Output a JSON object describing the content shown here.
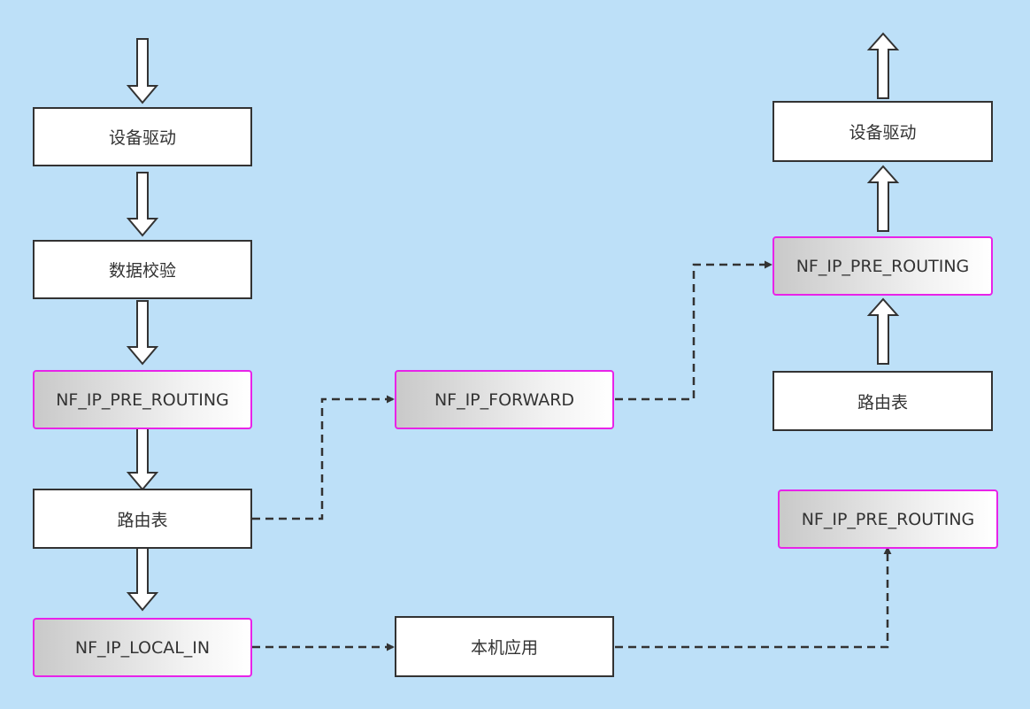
{
  "nodes": {
    "device_driver_in": "设备驱动",
    "checksum": "数据校验",
    "pre_routing_in": "NF_IP_PRE_ROUTING",
    "routing_table_in": "路由表",
    "local_in": "NF_IP_LOCAL_IN",
    "forward": "NF_IP_FORWARD",
    "local_app": "本机应用",
    "device_driver_out": "设备驱动",
    "pre_routing_out": "NF_IP_PRE_ROUTING",
    "routing_table_out": "路由表",
    "pre_routing_local": "NF_IP_PRE_ROUTING"
  },
  "colors": {
    "background": "#bde0f8",
    "hook_border": "#e823e8",
    "plain_border": "#333333",
    "line": "#333333"
  },
  "edge_style": {
    "hollow_arrows": "vertical flow between stacked boxes",
    "dashed_arrows": "branches between columns"
  }
}
